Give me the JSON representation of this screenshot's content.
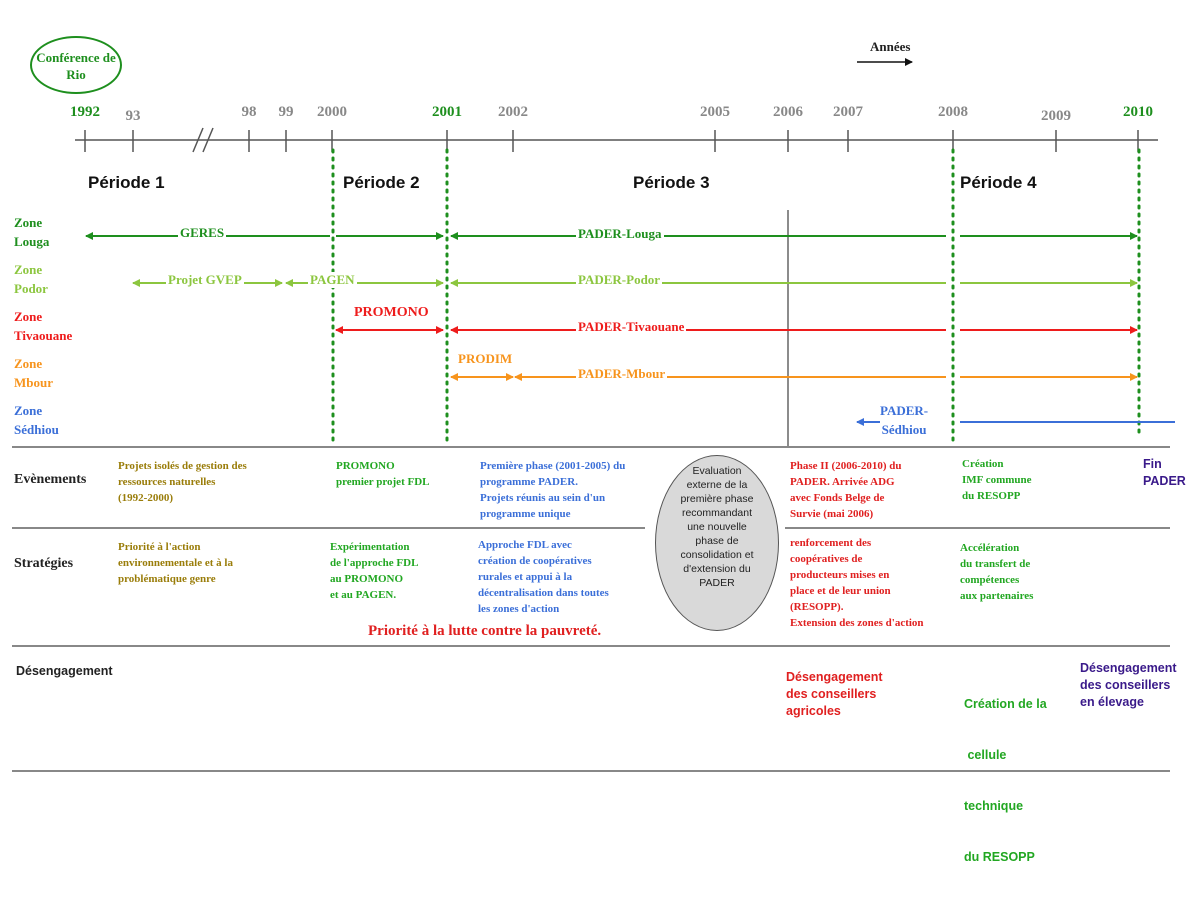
{
  "colors": {
    "louga": "#1e8f1e",
    "podor": "#8cc63f",
    "tivaouane": "#ee1c1c",
    "mbour": "#f7941d",
    "sedhiou": "#3b6fd8",
    "brown": "#9a7d0a",
    "green": "#22a722",
    "blue": "#3b6fd8",
    "red": "#e02020",
    "purple": "#3a1a8a"
  },
  "header": {
    "rio_label": "Conférence de Rio",
    "annees_label": "Années"
  },
  "years": [
    {
      "label": "1992",
      "key": "1992"
    },
    {
      "label": "93",
      "key": "1993"
    },
    {
      "label": "98",
      "key": "1998"
    },
    {
      "label": "99",
      "key": "1999"
    },
    {
      "label": "2000",
      "key": "2000"
    },
    {
      "label": "2001",
      "key": "2001"
    },
    {
      "label": "2002",
      "key": "2002"
    },
    {
      "label": "2005",
      "key": "2005"
    },
    {
      "label": "2006",
      "key": "2006"
    },
    {
      "label": "2007",
      "key": "2007"
    },
    {
      "label": "2008",
      "key": "2008"
    },
    {
      "label": "2009",
      "key": "2009"
    },
    {
      "label": "2010",
      "key": "2010"
    }
  ],
  "periods": [
    "Période 1",
    "Période 2",
    "Période 3",
    "Période 4"
  ],
  "zones": [
    {
      "id": "louga",
      "line1": "Zone",
      "line2": "Louga"
    },
    {
      "id": "podor",
      "line1": "Zone",
      "line2": "Podor"
    },
    {
      "id": "tivaouane",
      "line1": "Zone",
      "line2": "Tivaouane"
    },
    {
      "id": "mbour",
      "line1": "Zone",
      "line2": "Mbour"
    },
    {
      "id": "sedhiou",
      "line1": "Zone",
      "line2": "Sédhiou"
    }
  ],
  "programs": {
    "geres": "GERES",
    "padernlouga": "PADER-Louga",
    "gvep": "Projet GVEP",
    "pagen": "PAGEN",
    "paderpodor": "PADER-Podor",
    "promono": "PROMONO",
    "padertivaouane": "PADER-Tivaouane",
    "prodim": "PRODIM",
    "padermbour": "PADER-Mbour",
    "padersedhiou_1": "PADER-",
    "padersedhiou_2": "Sédhiou"
  },
  "rows": {
    "evenements": "Evènements",
    "strategies": "Stratégies",
    "desengagement": "Désengagement"
  },
  "events": {
    "p1": [
      "Projets isolés de gestion des",
      "ressources naturelles",
      "(1992-2000)"
    ],
    "p2": [
      "PROMONO",
      "premier projet FDL"
    ],
    "p3": [
      "Première phase (2001-2005) du",
      "programme PADER.",
      "Projets réunis au sein d'un",
      "programme unique"
    ],
    "p3b": [
      "Phase II (2006-2010) du",
      "PADER. Arrivée ADG",
      "avec Fonds Belge de",
      "Survie (mai 2006)"
    ],
    "p4": [
      "Création",
      "IMF commune",
      "du RESOPP"
    ],
    "end": [
      "Fin",
      "PADER"
    ]
  },
  "oval": [
    "Evaluation",
    "externe de la",
    "première phase",
    "recommandant",
    "une nouvelle",
    "phase de",
    "consolidation et",
    "d'extension du",
    "PADER"
  ],
  "strategies": {
    "p1": [
      "Priorité à l'action",
      "environnementale et à la",
      "problématique genre"
    ],
    "p2": [
      "Expérimentation",
      "de l'approche FDL",
      "au PROMONO",
      "et au PAGEN."
    ],
    "p3": [
      "Approche FDL avec",
      "création de coopératives",
      "rurales  et appui à la",
      "décentralisation dans toutes",
      "les zones d'action"
    ],
    "p3b": [
      "renforcement des",
      "coopératives de",
      "producteurs mises en",
      "place et de leur union",
      "(RESOPP).",
      "Extension des zones d'action"
    ],
    "p4": [
      "Accélération",
      "du transfert de",
      "compétences",
      "aux partenaires"
    ],
    "priority": "Priorité à la lutte contre la pauvreté."
  },
  "disengagement": {
    "agricoles": [
      "Désengagement",
      "des conseillers",
      "agricoles"
    ],
    "cellule": [
      "Création de la",
      " cellule",
      "technique",
      "du RESOPP"
    ],
    "elevage": [
      "Désengagement",
      "des conseillers",
      "en élevage"
    ]
  }
}
